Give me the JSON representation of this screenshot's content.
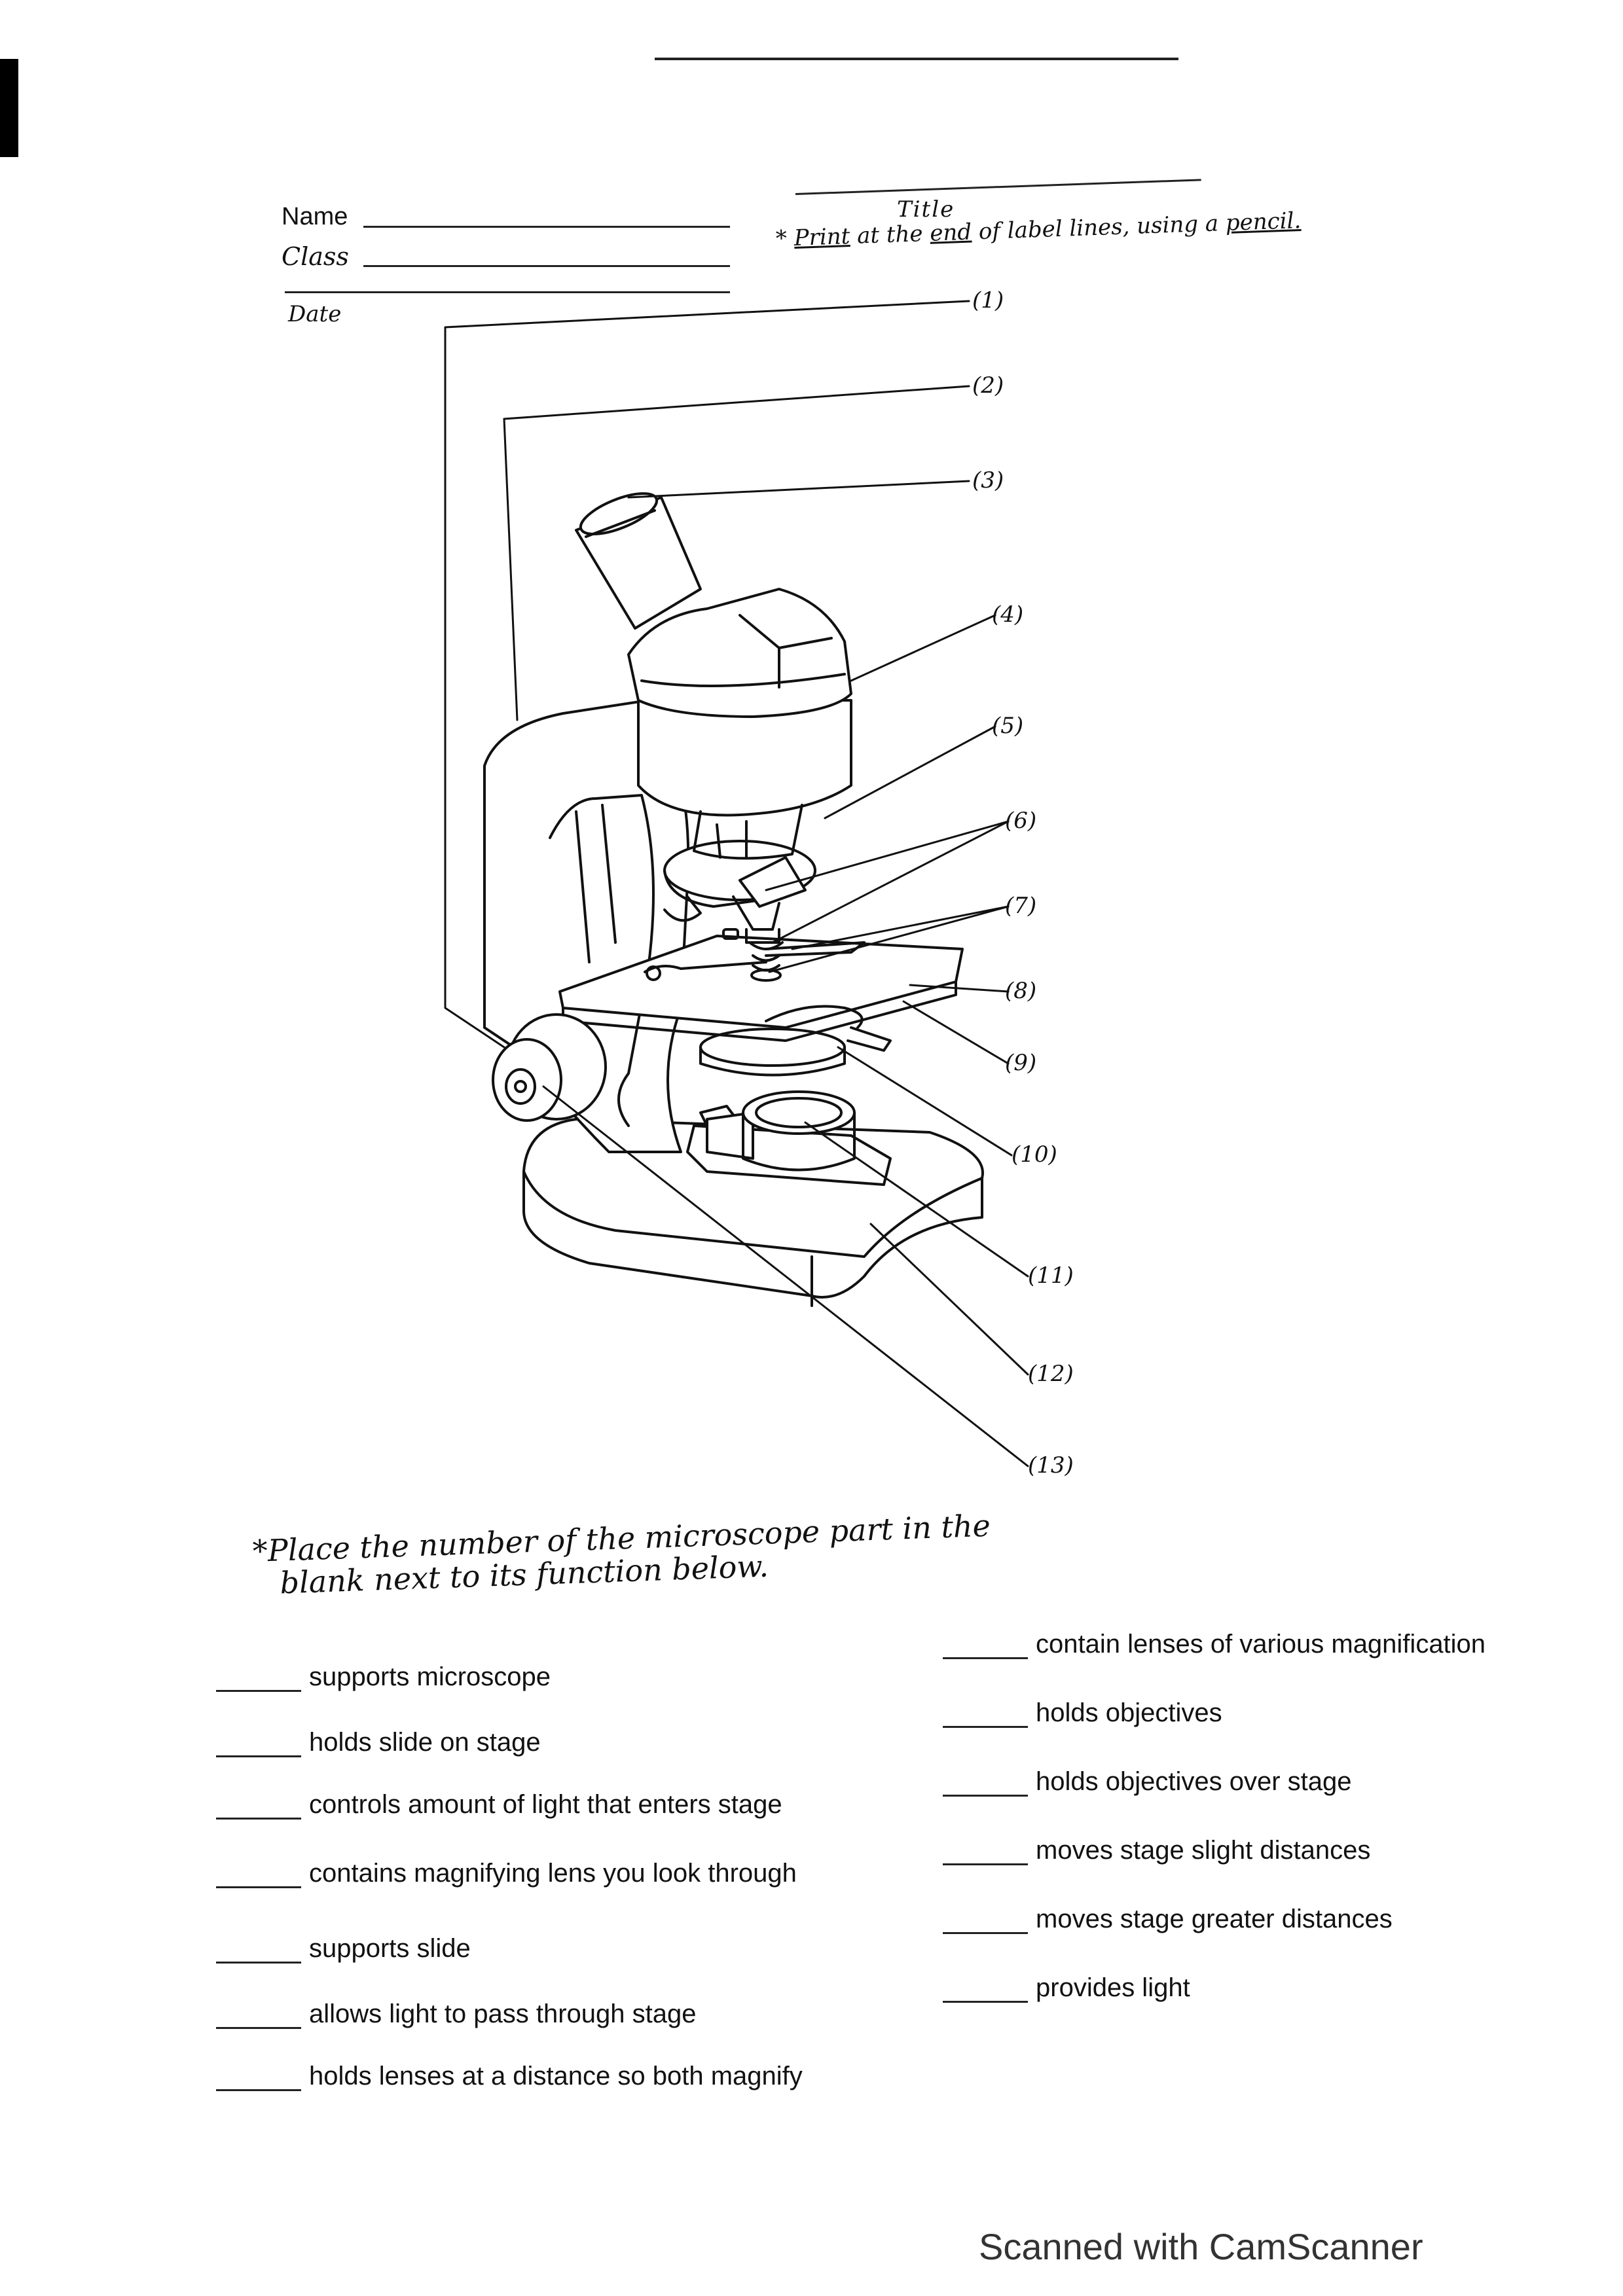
{
  "header": {
    "name_label": "Name",
    "class_label": "Class",
    "date_label": "Date",
    "title_word": "Title",
    "print_note_star": "*",
    "print_note_underlined": "Print",
    "print_note_mid": "at the",
    "print_note_end": "end",
    "print_note_rest": "of label lines, using a",
    "print_note_pencil": "pencil."
  },
  "diagram": {
    "callouts": [
      "(1)",
      "(2)",
      "(3)",
      "(4)",
      "(5)",
      "(6)",
      "(7)",
      "(8)",
      "(9)",
      "(10)",
      "(11)",
      "(12)",
      "(13)"
    ]
  },
  "instructions": {
    "line1": "*Place the number of the microscope part in the",
    "line2": "blank next to its function below."
  },
  "functions_left": [
    "supports microscope",
    "holds slide on stage",
    "controls amount of light that enters stage",
    "contains magnifying lens you look through",
    "supports slide",
    "allows light to pass through stage",
    "holds lenses at a distance so both magnify"
  ],
  "functions_right": [
    "contain lenses of various magnification",
    "holds objectives",
    "holds objectives over stage",
    "moves stage slight distances",
    "moves stage greater distances",
    "provides light"
  ],
  "footer": {
    "watermark": "Scanned with CamScanner"
  }
}
